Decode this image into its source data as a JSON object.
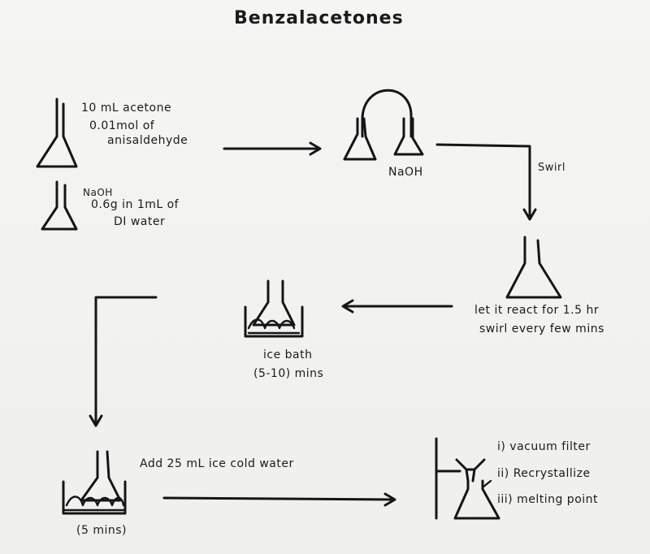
{
  "title": "Benzalacetones",
  "labels": {
    "reagent1_line1": "10 mL acetone",
    "reagent1_line2": "0.01mol of",
    "reagent1_line3": "anisaldehyde",
    "reagent2_line1": "NaOH",
    "reagent2_line2": "0.6g in 1mL of",
    "reagent2_line3": "DI water",
    "transfer_label": "NaOH",
    "swirl_label": "Swirl",
    "react_line1": "let it react for 1.5 hr",
    "react_line2": "swirl every few mins",
    "icebath_line1": "ice bath",
    "icebath_line2": "(5-10) mins",
    "water_label": "Add 25 mL ice cold water",
    "five_mins": "(5 mins)",
    "step1": "i) vacuum filter",
    "step2": "ii) Recrystallize",
    "step3": "iii) melting point"
  }
}
